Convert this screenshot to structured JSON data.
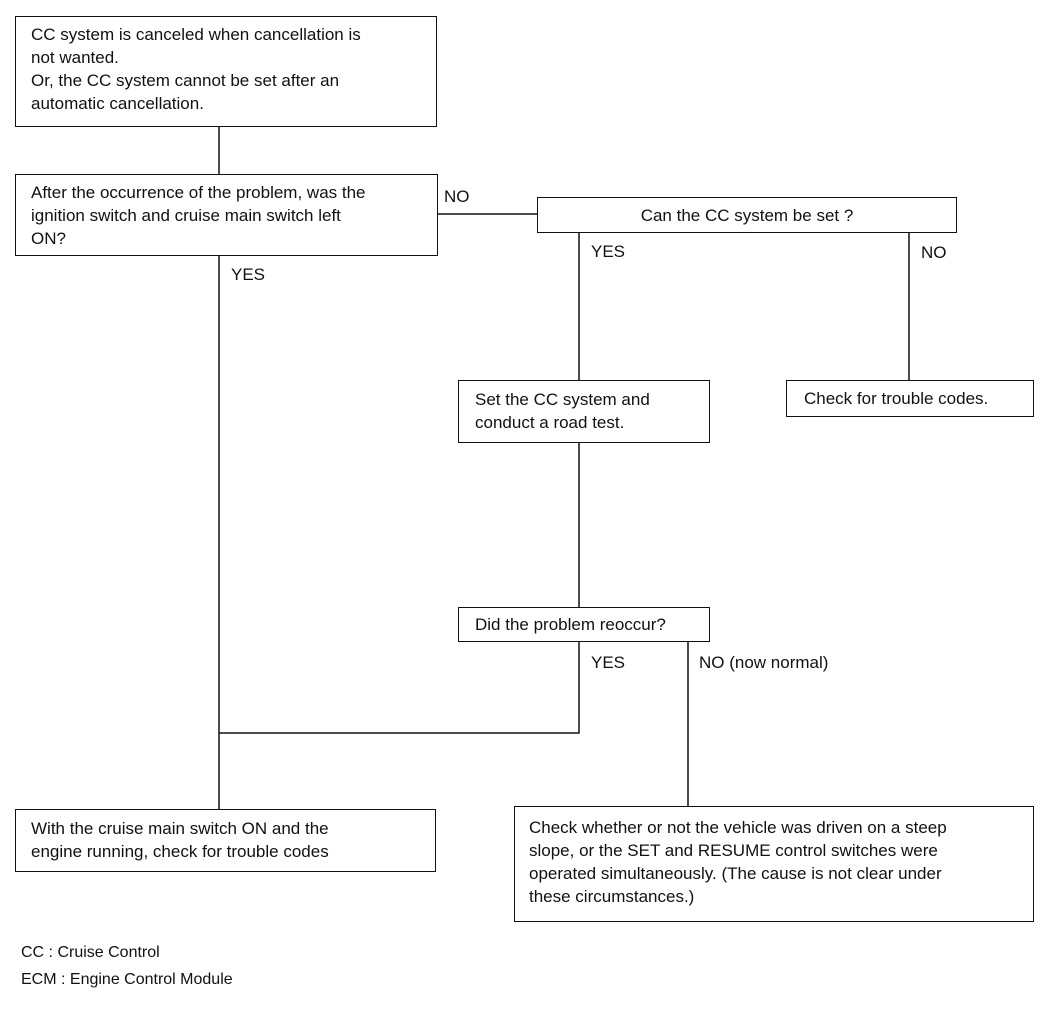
{
  "nodes": {
    "start": {
      "lines": [
        "CC system is canceled when cancellation is",
        "not wanted.",
        "Or, the CC system cannot be set after an",
        "automatic cancellation."
      ]
    },
    "q_ignition": {
      "lines": [
        "After the occurrence of the problem, was the",
        "ignition switch and cruise main switch left",
        "ON?"
      ]
    },
    "q_can_set": {
      "text": "Can the CC system be set ?"
    },
    "set_and_test": {
      "lines": [
        "Set the CC system and",
        "conduct a road test."
      ]
    },
    "check_codes": {
      "text": "Check for trouble codes."
    },
    "q_reoccur": {
      "text": "Did the problem reoccur?"
    },
    "check_main_on": {
      "lines": [
        "With the cruise main switch ON and the",
        "engine running, check for trouble codes"
      ]
    },
    "check_slope": {
      "lines": [
        "Check whether or not the vehicle was driven on a steep",
        "slope, or the SET and RESUME control switches were",
        "operated simultaneously. (The cause is not clear under",
        "these circumstances.)"
      ]
    }
  },
  "edge_labels": {
    "ignition_no": "NO",
    "ignition_yes": "YES",
    "can_set_yes": "YES",
    "can_set_no": "NO",
    "reoccur_yes": "YES",
    "reoccur_no": "NO (now normal)"
  },
  "legend": [
    "CC : Cruise Control",
    "ECM : Engine Control  Module"
  ]
}
